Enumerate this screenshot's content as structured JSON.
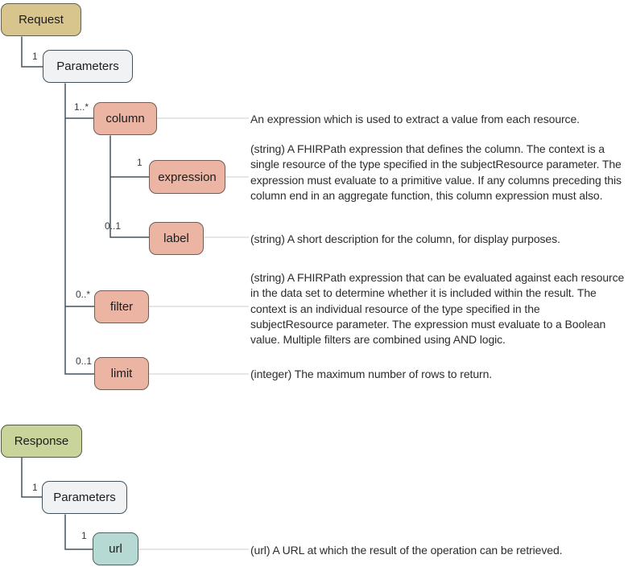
{
  "nodes": {
    "request": {
      "label": "Request"
    },
    "request_parameters": {
      "label": "Parameters",
      "cardinality": "1"
    },
    "column": {
      "label": "column",
      "cardinality": "1..*",
      "description": "An expression which is used to extract a value from each resource."
    },
    "expression": {
      "label": "expression",
      "cardinality": "1",
      "description": "(string) A FHIRPath expression that defines the column. The context is a single resource of the type specified in the subjectResource parameter. The expression must evaluate to a primitive value. If any columns preceding this column end in an aggregate function, this column expression must also."
    },
    "label": {
      "label": "label",
      "cardinality": "0..1",
      "description": "(string) A short description for the column, for display purposes."
    },
    "filter": {
      "label": "filter",
      "cardinality": "0..*",
      "description": "(string) A FHIRPath expression that can be evaluated against each resource in the data set to determine whether it is included within the result. The context is an individual resource of the type specified in the subjectResource parameter. The expression must evaluate to a Boolean value. Multiple filters are combined using AND logic."
    },
    "limit": {
      "label": "limit",
      "cardinality": "0..1",
      "description": "(integer) The maximum number of rows to return."
    },
    "response": {
      "label": "Response"
    },
    "response_parameters": {
      "label": "Parameters",
      "cardinality": "1"
    },
    "url": {
      "label": "url",
      "cardinality": "1",
      "description": "(url) A URL at which the result of the operation can be retrieved."
    }
  },
  "colors": {
    "request_fill": "#d8c58e",
    "response_fill": "#c8d49a",
    "parameters_fill": "#f0f2f3",
    "request_param_fill": "#ecb4a3",
    "response_param_fill": "#b7d9d3",
    "tree_line": "#43525d",
    "description_line": "#d8d6d0"
  }
}
